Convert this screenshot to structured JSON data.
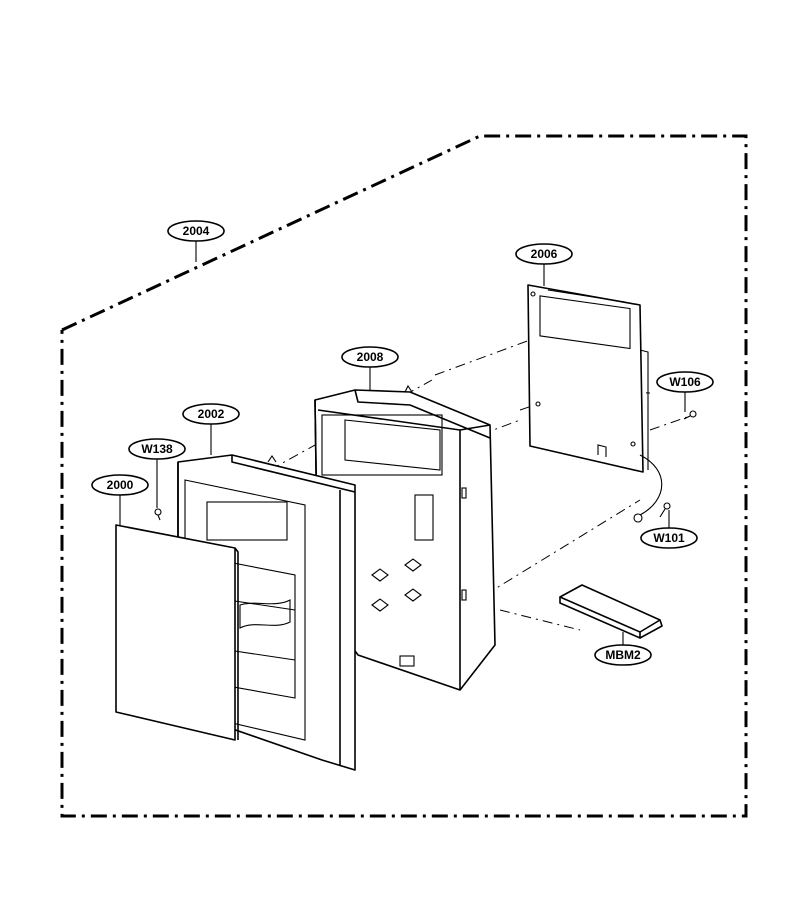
{
  "labels": {
    "p2000": "2000",
    "p2002": "2002",
    "p2004": "2004",
    "p2006": "2006",
    "p2008": "2008",
    "w138": "W138",
    "w106": "W106",
    "w101": "W101",
    "mbm2": "MBM2"
  }
}
